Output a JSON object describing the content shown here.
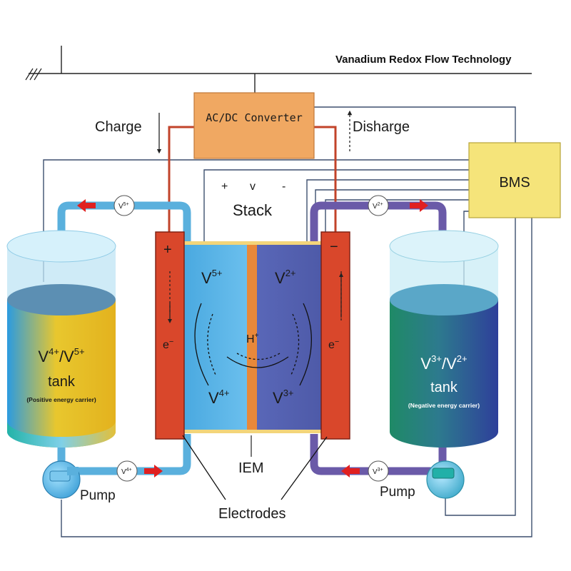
{
  "title": "Vanadium Redox Flow Technology",
  "converter": {
    "label": "AC/DC Converter"
  },
  "charge": {
    "label": "Charge"
  },
  "discharge": {
    "label": "Disharge"
  },
  "bms": {
    "label": "BMS"
  },
  "stack": {
    "label": "Stack",
    "polarity_plus": "+",
    "polarity_v": "v",
    "polarity_minus": "-"
  },
  "electrodes": {
    "label": "Electrodes",
    "positive_sign": "+",
    "negative_sign": "−",
    "electron_base": "e",
    "electron_sup": "−"
  },
  "iem": {
    "label": "IEM"
  },
  "proton": {
    "base": "H",
    "sup": "+"
  },
  "positive_half": {
    "top_ion": {
      "base": "V",
      "sup": "5+"
    },
    "bottom_ion": {
      "base": "V",
      "sup": "4+"
    }
  },
  "negative_half": {
    "top_ion": {
      "base": "V",
      "sup": "2+"
    },
    "bottom_ion": {
      "base": "V",
      "sup": "3+"
    }
  },
  "positive_tank": {
    "ion_a": {
      "base": "V",
      "sup": "4+"
    },
    "separator": "/",
    "ion_b": {
      "base": "V",
      "sup": "5+"
    },
    "tank_word": "tank",
    "carrier": "(Positive energy carrier)"
  },
  "negative_tank": {
    "ion_a": {
      "base": "V",
      "sup": "3+"
    },
    "separator": "/",
    "ion_b": {
      "base": "V",
      "sup": "2+"
    },
    "tank_word": "tank",
    "carrier": "(Negative energy carrier)"
  },
  "pumps": {
    "left_label": "Pump",
    "right_label": "Pump"
  },
  "pipe_badges": {
    "top_left": {
      "base": "V",
      "sup": "5+"
    },
    "top_right": {
      "base": "V",
      "sup": "2+"
    },
    "bottom_left": {
      "base": "V",
      "sup": "4+"
    },
    "bottom_right": {
      "base": "V",
      "sup": "3+"
    }
  },
  "colors": {
    "converter_fill": "#f0a862",
    "bms_fill": "#f5e47a",
    "electrode_fill": "#d9472b",
    "positive_electrolyte": "#5bb4e6",
    "negative_electrolyte": "#5a66b0",
    "membrane": "#e8883a",
    "pipe_positive": "#5ab0dd",
    "pipe_negative": "#6a5aa8",
    "flow_arrow": "#e02020"
  }
}
